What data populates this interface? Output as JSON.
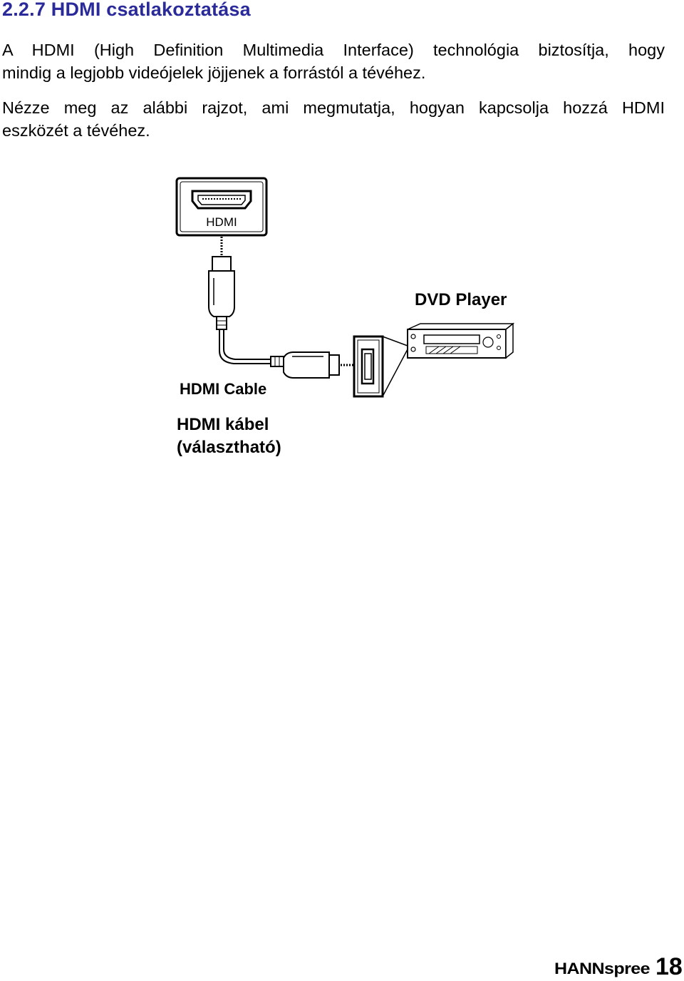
{
  "heading": "2.2.7 HDMI csatlakoztatása",
  "paragraph1": {
    "line1": "A HDMI (High Definition Multimedia Interface) technológia biztosítja, hogy",
    "line2": "mindig a legjobb videójelek jöjjenek a forrástól a tévéhez."
  },
  "paragraph2": {
    "line1": "Nézze meg az alábbi rajzot, ami megmutatja, hogyan kapcsolja hozzá HDMI",
    "line2": "eszközét a tévéhez."
  },
  "diagram": {
    "port_label": "HDMI",
    "device_label": "DVD Player",
    "cable_label": "HDMI Cable"
  },
  "caption": {
    "line1": "HDMI kábel",
    "line2": "(választható)"
  },
  "footer": {
    "brand": "HANNspree",
    "page_number": "18"
  }
}
